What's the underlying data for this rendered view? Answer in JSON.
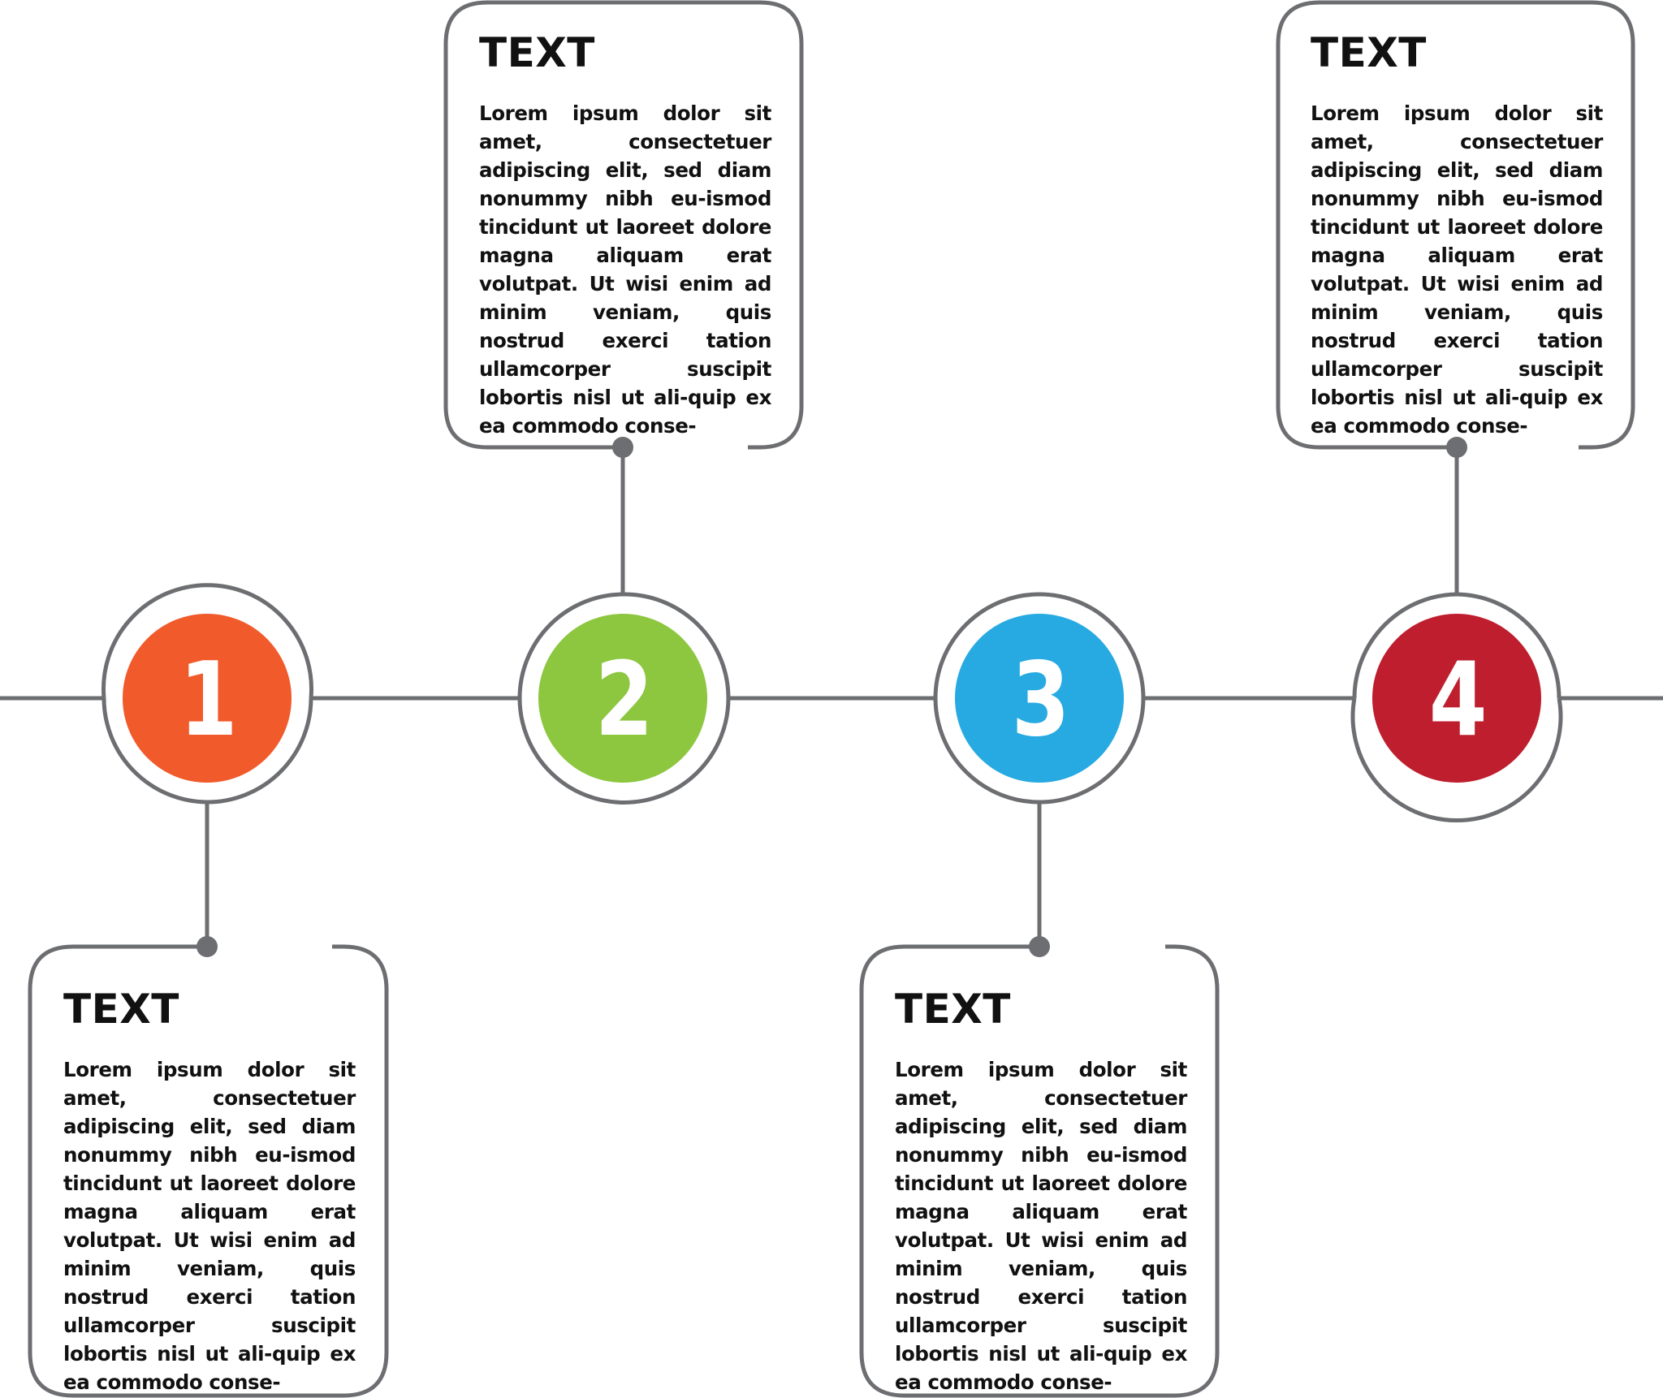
{
  "colors": {
    "line": "#6d6e71",
    "step_1": "#f15a2b",
    "step_2": "#8dc63f",
    "step_3": "#27aae1",
    "step_4": "#be1e2d"
  },
  "steps": [
    {
      "number": "1",
      "title": "TEXT",
      "body": "Lorem ipsum dolor sit amet, consectetuer adipiscing elit, sed diam nonummy nibh eu-ismod tincidunt ut laoreet dolore magna aliquam erat volutpat. Ut wisi enim ad minim veniam, quis nostrud exerci tation ullamcorper suscipit lobortis nisl ut ali-quip ex ea commodo conse-"
    },
    {
      "number": "2",
      "title": "TEXT",
      "body": "Lorem ipsum dolor sit amet, consectetuer adipiscing elit, sed diam nonummy nibh eu-ismod tincidunt ut laoreet dolore magna aliquam erat volutpat. Ut wisi enim ad minim veniam, quis nostrud exerci tation ullamcorper suscipit lobortis nisl ut ali-quip ex ea commodo conse-"
    },
    {
      "number": "3",
      "title": "TEXT",
      "body": "Lorem ipsum dolor sit amet, consectetuer adipiscing elit, sed diam nonummy nibh eu-ismod tincidunt ut laoreet dolore magna aliquam erat volutpat. Ut wisi enim ad minim veniam, quis nostrud exerci tation ullamcorper suscipit lobortis nisl ut ali-quip ex ea commodo conse-"
    },
    {
      "number": "4",
      "title": "TEXT",
      "body": "Lorem ipsum dolor sit amet, consectetuer adipiscing elit, sed diam nonummy nibh eu-ismod tincidunt ut laoreet dolore magna aliquam erat volutpat. Ut wisi enim ad minim veniam, quis nostrud exerci tation ullamcorper suscipit lobortis nisl ut ali-quip ex ea commodo conse-"
    }
  ]
}
